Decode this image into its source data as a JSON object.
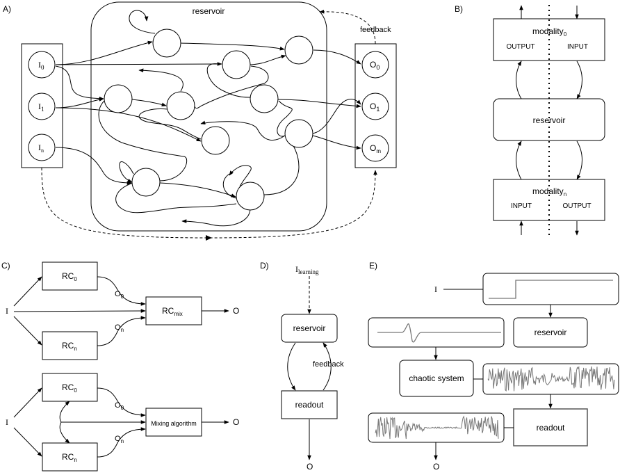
{
  "panel_a": {
    "label": "A)",
    "reservoir_title": "reservoir",
    "feedback_label": "feedback",
    "inputs": [
      {
        "main": "I",
        "sub": "0"
      },
      {
        "main": "I",
        "sub": "1"
      },
      {
        "main": "I",
        "sub": "n"
      }
    ],
    "outputs": [
      {
        "main": "O",
        "sub": "0"
      },
      {
        "main": "O",
        "sub": "1"
      },
      {
        "main": "O",
        "sub": "m"
      }
    ]
  },
  "panel_b": {
    "label": "B)",
    "top_modality": {
      "main": "modality",
      "sub": "0"
    },
    "top_left": "OUTPUT",
    "top_right": "INPUT",
    "reservoir": "reservoir",
    "bottom_modality": {
      "main": "modality",
      "sub": "n"
    },
    "bottom_left": "INPUT",
    "bottom_right": "OUTPUT"
  },
  "panel_c": {
    "label": "C)",
    "input": "I",
    "output": "O",
    "rc0": {
      "main": "RC",
      "sub": "0"
    },
    "rcn": {
      "main": "RC",
      "sub": "n"
    },
    "o0": {
      "main": "O",
      "sub": "0"
    },
    "on": {
      "main": "O",
      "sub": "n"
    },
    "rcmix": {
      "main": "RC",
      "sub": "mix"
    },
    "mixing": "Mixing algorithm"
  },
  "panel_d": {
    "label": "D)",
    "input": {
      "main": "I",
      "sub": "learning"
    },
    "reservoir": "reservoir",
    "readout": "readout",
    "feedback": "feedback",
    "output": "O"
  },
  "panel_e": {
    "label": "E)",
    "input": "I",
    "reservoir": "reservoir",
    "chaotic": "chaotic system",
    "readout": "readout",
    "output": "O"
  }
}
